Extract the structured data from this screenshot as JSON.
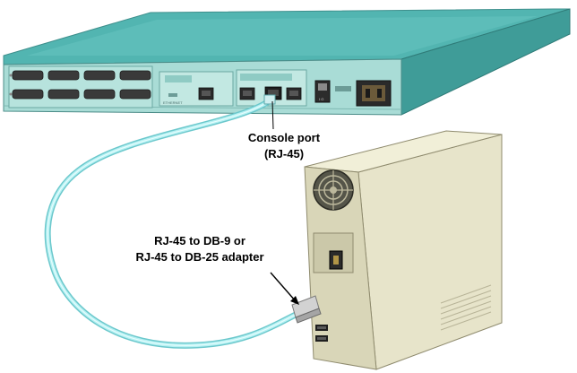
{
  "labels": {
    "console_port": {
      "line1": "Console port",
      "line2": "(RJ-45)"
    },
    "adapter": {
      "line1": "RJ-45 to DB-9 or",
      "line2": "RJ-45 to DB-25 adapter"
    }
  },
  "colors": {
    "router_top": "#52b5b1",
    "router_front": "#a9dcd6",
    "cable": "#9fe6ea",
    "pc_case": "#e7e4ca",
    "pc_side": "#d4d1b2",
    "pc_back": "#e4e2c6"
  },
  "icons": [
    "router-chassis",
    "serial-port-icon",
    "rj45-port-icon",
    "power-switch-icon",
    "power-socket-icon",
    "fan-grille-icon",
    "db-adapter-icon"
  ]
}
